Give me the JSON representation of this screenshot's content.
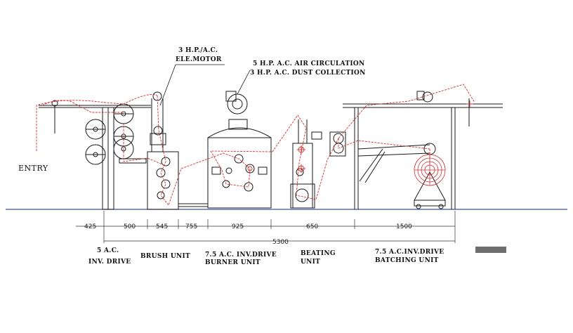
{
  "annotations": {
    "brush_motor_line1": "3 H.P./A.C.",
    "brush_motor_line2": "ELE.MOTOR",
    "air_circulation": "5 H.P. A.C. AIR CIRCULATION",
    "dust_collection": "3 H.P.  A.C. DUST COLLECTION",
    "entry": "ENTRY"
  },
  "dimensions": {
    "segments": [
      "425",
      "500",
      "545",
      "755",
      "925",
      "650",
      "1500"
    ],
    "total": "5300"
  },
  "units": {
    "inv_drive_line1": "5 A.C.",
    "inv_drive_line2": "INV. DRIVE",
    "brush_unit": "BRUSH  UNIT",
    "burner_line1": "7.5 A.C. INV.DRIVE",
    "burner_line2": "BURNER UNIT",
    "beating_line1": "BEATING",
    "beating_line2": "UNIT",
    "batching_line1": "7.5 A.C.INV.DRIVE",
    "batching_line2": "BATCHING  UNIT"
  },
  "colors": {
    "line": "#1a1a1a",
    "fabric_path": "#d23030",
    "floor": "#3b4fb0",
    "dim": "#333333"
  }
}
